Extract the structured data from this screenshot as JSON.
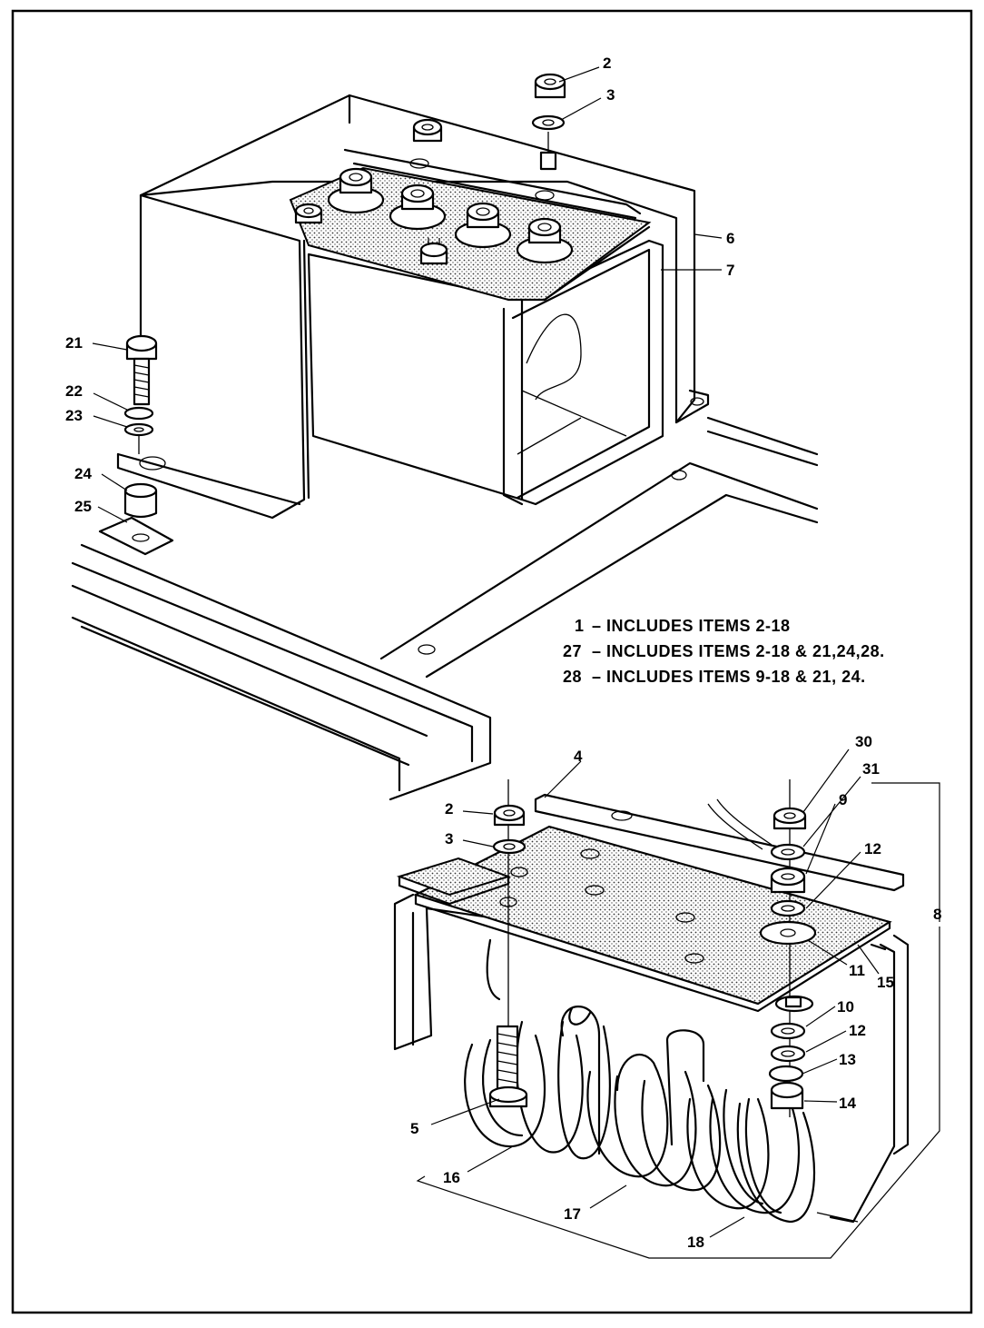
{
  "callouts": {
    "upper": [
      {
        "id": "c2a",
        "text": "2"
      },
      {
        "id": "c3a",
        "text": "3"
      },
      {
        "id": "c6",
        "text": "6"
      },
      {
        "id": "c7",
        "text": "7"
      },
      {
        "id": "c21",
        "text": "21"
      },
      {
        "id": "c22",
        "text": "22"
      },
      {
        "id": "c23",
        "text": "23"
      },
      {
        "id": "c24",
        "text": "24"
      },
      {
        "id": "c25",
        "text": "25"
      }
    ],
    "lower": [
      {
        "id": "c4",
        "text": "4"
      },
      {
        "id": "c2b",
        "text": "2"
      },
      {
        "id": "c3b",
        "text": "3"
      },
      {
        "id": "c30",
        "text": "30"
      },
      {
        "id": "c31",
        "text": "31"
      },
      {
        "id": "c9",
        "text": "9"
      },
      {
        "id": "c12a",
        "text": "12"
      },
      {
        "id": "c8",
        "text": "8"
      },
      {
        "id": "c11",
        "text": "11"
      },
      {
        "id": "c15",
        "text": "15"
      },
      {
        "id": "c10",
        "text": "10"
      },
      {
        "id": "c12b",
        "text": "12"
      },
      {
        "id": "c13",
        "text": "13"
      },
      {
        "id": "c14",
        "text": "14"
      },
      {
        "id": "c5",
        "text": "5"
      },
      {
        "id": "c16",
        "text": "16"
      },
      {
        "id": "c17",
        "text": "17"
      },
      {
        "id": "c18",
        "text": "18"
      }
    ]
  },
  "notes": [
    {
      "num": "1",
      "text": "– INCLUDES ITEMS 2-18"
    },
    {
      "num": "27",
      "text": "– INCLUDES ITEMS 2-18 & 21,24,28."
    },
    {
      "num": "28",
      "text": "– INCLUDES ITEMS 9-18 & 21, 24."
    }
  ]
}
